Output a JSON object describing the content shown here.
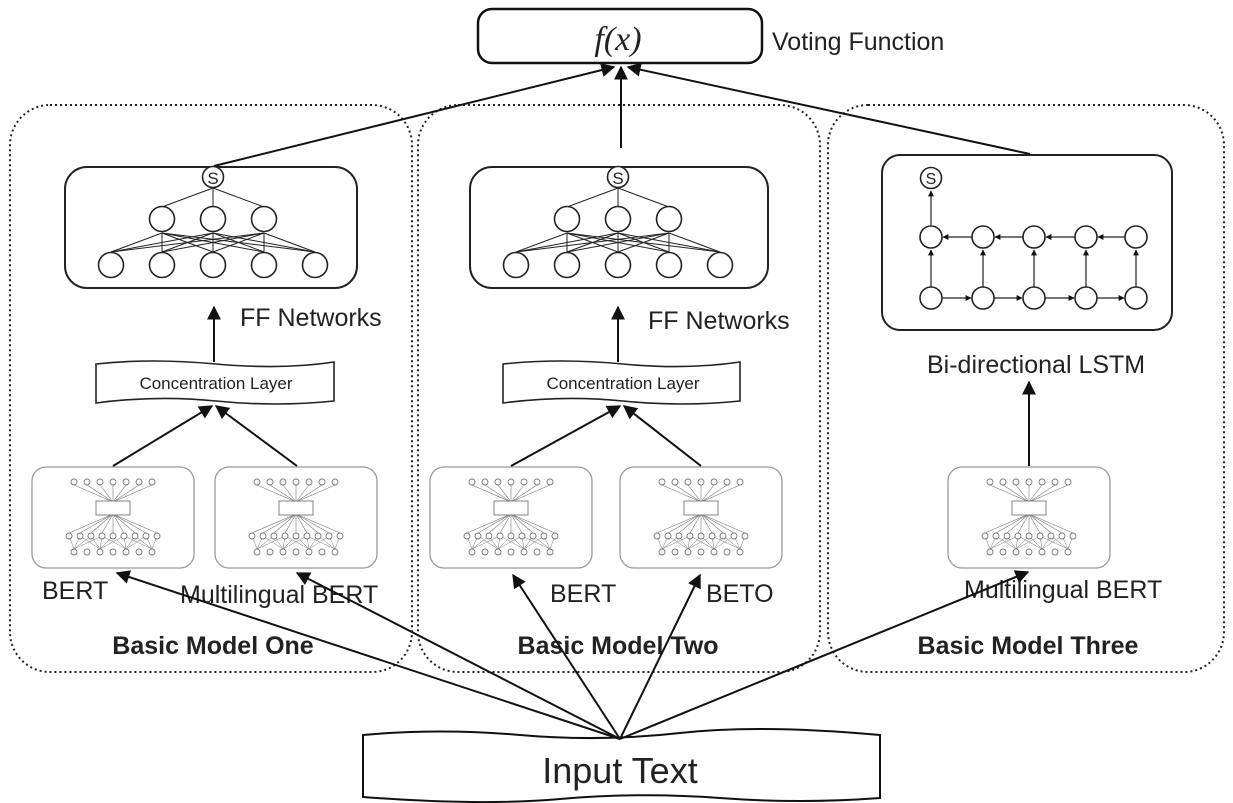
{
  "voting": {
    "formula": "f(x)",
    "label": "Voting Function"
  },
  "models": [
    {
      "title": "Basic Model One",
      "head_label": "FF Networks",
      "concat_label": "Concentration Layer",
      "encoders": [
        "BERT",
        "Multilingual BERT"
      ]
    },
    {
      "title": "Basic Model Two",
      "head_label": "FF Networks",
      "concat_label": "Concentration Layer",
      "encoders": [
        "BERT",
        "BETO"
      ]
    },
    {
      "title": "Basic Model Three",
      "head_label": "Bi-directional LSTM",
      "encoders": [
        "Multilingual BERT"
      ]
    }
  ],
  "input": {
    "label": "Input Text"
  },
  "softmax_symbol": "S"
}
